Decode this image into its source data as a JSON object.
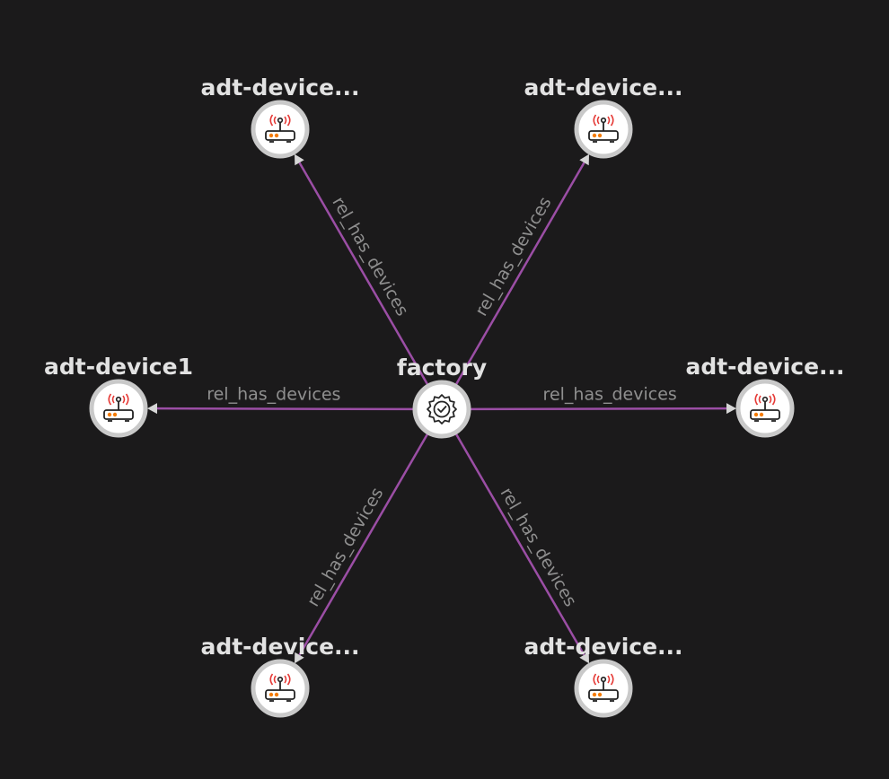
{
  "graph": {
    "center": {
      "label": "factory",
      "icon": "digital-twin-badge-icon"
    },
    "edge_label": "rel_has_devices",
    "devices": [
      {
        "label": "adt-device...",
        "icon": "router-icon"
      },
      {
        "label": "adt-device...",
        "icon": "router-icon"
      },
      {
        "label": "adt-device1",
        "icon": "router-icon"
      },
      {
        "label": "adt-device...",
        "icon": "router-icon"
      },
      {
        "label": "adt-device...",
        "icon": "router-icon"
      },
      {
        "label": "adt-device...",
        "icon": "router-icon"
      }
    ]
  },
  "colors": {
    "background": "#1b1a1b",
    "edge": "#9b4ea5",
    "node_fill": "#ffffff",
    "node_ring": "#c9c9c9",
    "signal": "#e53935",
    "lights": "#f57c00"
  }
}
